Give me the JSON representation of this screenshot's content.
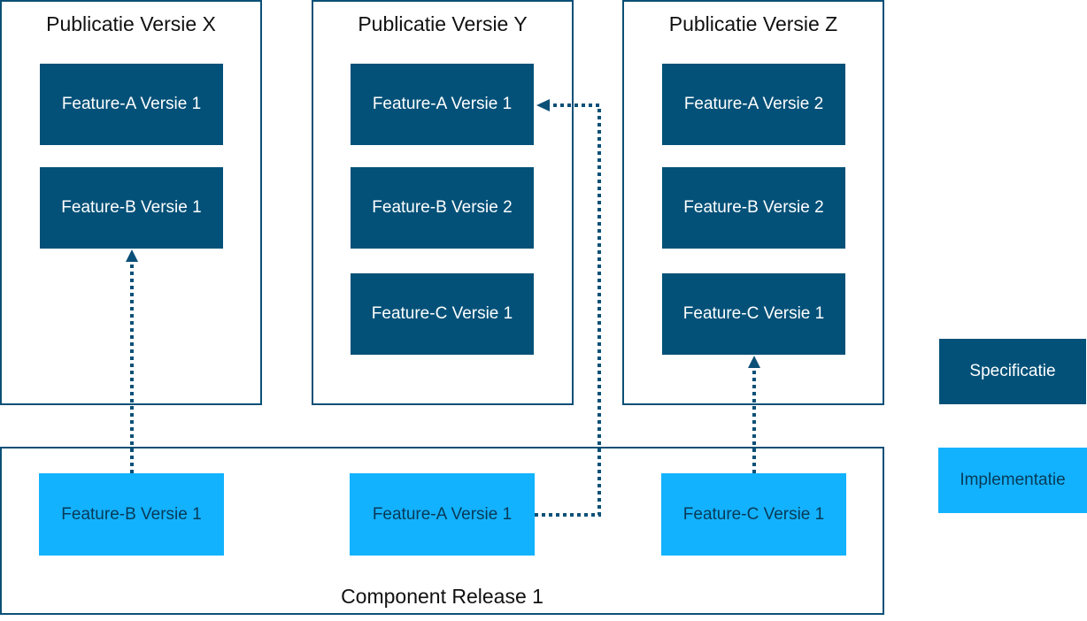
{
  "publications": [
    {
      "title": "Publicatie Versie X",
      "features": [
        "Feature-A Versie 1",
        "Feature-B Versie 1"
      ]
    },
    {
      "title": "Publicatie Versie Y",
      "features": [
        "Feature-A Versie 1",
        "Feature-B Versie 2",
        "Feature-C Versie 1"
      ]
    },
    {
      "title": "Publicatie Versie Z",
      "features": [
        "Feature-A Versie 2",
        "Feature-B Versie 2",
        "Feature-C Versie 1"
      ]
    }
  ],
  "release": {
    "title": "Component Release 1",
    "features": [
      "Feature-B Versie 1",
      "Feature-A Versie 1",
      "Feature-C Versie 1"
    ]
  },
  "legend": {
    "specification": "Specificatie",
    "implementation": "Implementatie"
  },
  "colors": {
    "specification": "#035178",
    "implementation": "#13b2ff",
    "border": "#0b5077",
    "arrow": "#0b5077"
  }
}
